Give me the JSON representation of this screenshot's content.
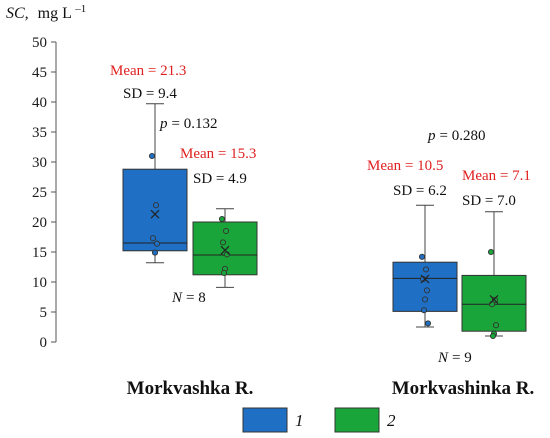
{
  "chart_data": {
    "type": "box",
    "ylabel_var": "SC,",
    "ylabel_unit": "mg L",
    "ylabel_exp": "–1",
    "ylim": [
      0,
      50
    ],
    "yticks": [
      0,
      5,
      10,
      15,
      20,
      25,
      30,
      35,
      40,
      45,
      50
    ],
    "grid": false,
    "legend_position": "bottom-center",
    "colors": {
      "1": "#1f6fc4",
      "2": "#1aa53a",
      "mean_text": "#e02020"
    },
    "legend": [
      {
        "key": "1",
        "label": "1"
      },
      {
        "key": "2",
        "label": "2"
      }
    ],
    "groups": [
      {
        "name": "Morkvashka R.",
        "p_text": "p",
        "p_value": "= 0.132",
        "n_text": "N",
        "n_value": "= 8",
        "boxes": [
          {
            "series": "1",
            "min": 13.2,
            "q1": 15.2,
            "median": 16.5,
            "q3": 28.8,
            "max": 39.7,
            "mean": 21.3,
            "points": [
              31,
              22.8,
              17.3,
              16.4,
              14.9
            ],
            "mean_label": "Mean = 21.3",
            "sd_label": "SD = 9.4"
          },
          {
            "series": "2",
            "min": 9.1,
            "q1": 11.2,
            "median": 14.5,
            "q3": 20.0,
            "max": 22.2,
            "mean": 15.3,
            "points": [
              20.5,
              18.5,
              16.6,
              14.6,
              12.2,
              11.5
            ],
            "mean_label": "Mean = 15.3",
            "sd_label": "SD = 4.9"
          }
        ]
      },
      {
        "name": "Morkvashinka R.",
        "p_text": "p",
        "p_value": "= 0.280",
        "n_text": "N",
        "n_value": "= 9",
        "boxes": [
          {
            "series": "1",
            "min": 2.5,
            "q1": 5.1,
            "median": 10.6,
            "q3": 13.3,
            "max": 22.8,
            "mean": 10.5,
            "points": [
              14.2,
              12.1,
              10.5,
              8.6,
              7.1,
              5.3,
              3.1
            ],
            "mean_label": "Mean = 10.5",
            "sd_label": "SD = 6.2"
          },
          {
            "series": "2",
            "min": 1.0,
            "q1": 1.8,
            "median": 6.3,
            "q3": 11.1,
            "max": 21.7,
            "mean": 7.1,
            "points": [
              15.0,
              7.0,
              6.3,
              2.8,
              1.4,
              1.0
            ],
            "mean_label": "Mean = 7.1",
            "sd_label": "SD = 7.0"
          }
        ]
      }
    ]
  }
}
